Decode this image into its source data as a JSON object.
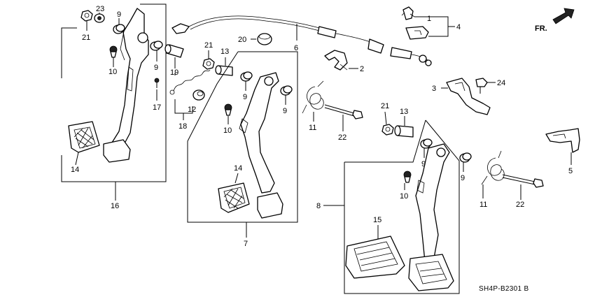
{
  "diagram": {
    "code": "SH4P-B2301 B",
    "direction_label": "FR.",
    "callouts": [
      {
        "id": "c23",
        "text": "23"
      },
      {
        "id": "c21a",
        "text": "21"
      },
      {
        "id": "c9a",
        "text": "9"
      },
      {
        "id": "c10a",
        "text": "10"
      },
      {
        "id": "c9b",
        "text": "9"
      },
      {
        "id": "c17",
        "text": "17"
      },
      {
        "id": "c14a",
        "text": "14"
      },
      {
        "id": "c16",
        "text": "16"
      },
      {
        "id": "c20",
        "text": "20"
      },
      {
        "id": "c6",
        "text": "6"
      },
      {
        "id": "c21b",
        "text": "21"
      },
      {
        "id": "c13a",
        "text": "13"
      },
      {
        "id": "c19",
        "text": "19"
      },
      {
        "id": "c12",
        "text": "12"
      },
      {
        "id": "c18",
        "text": "18"
      },
      {
        "id": "c9c",
        "text": "9"
      },
      {
        "id": "c9d",
        "text": "9"
      },
      {
        "id": "c10b",
        "text": "10"
      },
      {
        "id": "c14b",
        "text": "14"
      },
      {
        "id": "c7",
        "text": "7"
      },
      {
        "id": "c11a",
        "text": "11"
      },
      {
        "id": "c22a",
        "text": "22"
      },
      {
        "id": "c1",
        "text": "1"
      },
      {
        "id": "c4",
        "text": "4"
      },
      {
        "id": "c2",
        "text": "2"
      },
      {
        "id": "c3",
        "text": "3"
      },
      {
        "id": "c24",
        "text": "24"
      },
      {
        "id": "c21c",
        "text": "21"
      },
      {
        "id": "c13b",
        "text": "13"
      },
      {
        "id": "c9e",
        "text": "9"
      },
      {
        "id": "c9f",
        "text": "9"
      },
      {
        "id": "c10c",
        "text": "10"
      },
      {
        "id": "c8",
        "text": "8"
      },
      {
        "id": "c15",
        "text": "15"
      },
      {
        "id": "c11b",
        "text": "11"
      },
      {
        "id": "c22b",
        "text": "22"
      },
      {
        "id": "c5",
        "text": "5"
      }
    ]
  }
}
